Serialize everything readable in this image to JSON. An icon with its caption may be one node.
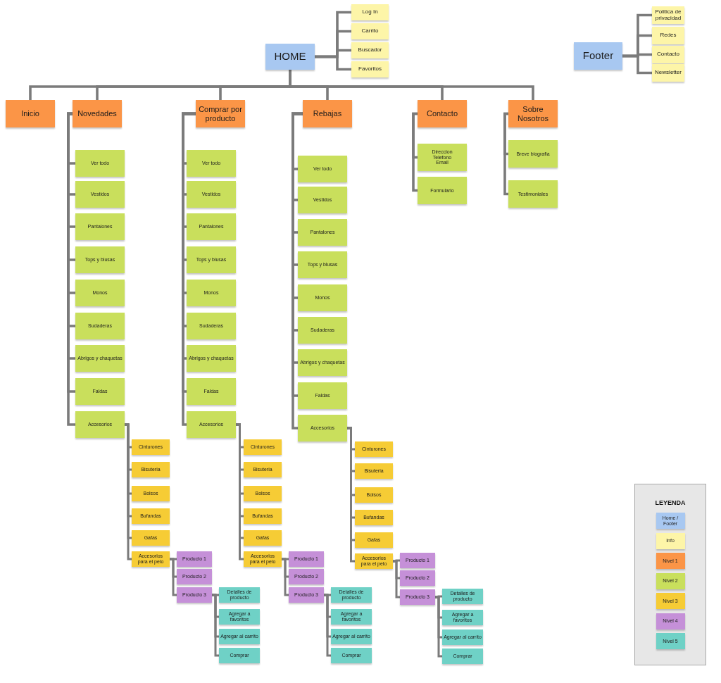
{
  "diagram": {
    "nodes": [
      {
        "text": [
          "HOME"
        ]
      },
      {
        "text": [
          "Log In"
        ]
      },
      {
        "text": [
          "Carrito"
        ]
      },
      {
        "text": [
          "Buscador"
        ]
      },
      {
        "text": [
          "Favoritos"
        ]
      },
      {
        "text": [
          "Footer"
        ]
      },
      {
        "text": [
          "Politica de privacidad"
        ]
      },
      {
        "text": [
          "Redes"
        ]
      },
      {
        "text": [
          "Contacto"
        ]
      },
      {
        "text": [
          "Newsletter"
        ]
      },
      {
        "text": [
          "Inicio"
        ]
      },
      {
        "text": [
          "Novedades"
        ]
      },
      {
        "text": [
          "Comprar por producto"
        ]
      },
      {
        "text": [
          "Rebajas"
        ]
      },
      {
        "text": [
          "Contacto"
        ]
      },
      {
        "text": [
          "Sobre Nosotros"
        ]
      },
      {
        "text": [
          "Ver todo"
        ]
      },
      {
        "text": [
          "Vestidos"
        ]
      },
      {
        "text": [
          "Pantalones"
        ]
      },
      {
        "text": [
          "Tops y blusas"
        ]
      },
      {
        "text": [
          "Monos"
        ]
      },
      {
        "text": [
          "Sudaderas"
        ]
      },
      {
        "text": [
          "Abrigos y chaquetas"
        ]
      },
      {
        "text": [
          "Faldas"
        ]
      },
      {
        "text": [
          "Accesorios"
        ]
      },
      {
        "text": [
          "Cinturones"
        ]
      },
      {
        "text": [
          "Bisuteria"
        ]
      },
      {
        "text": [
          "Bolsos"
        ]
      },
      {
        "text": [
          "Bufandas"
        ]
      },
      {
        "text": [
          "Gafas"
        ]
      },
      {
        "text": [
          "Accesorios para el pelo"
        ]
      },
      {
        "text": [
          "Producto 1"
        ]
      },
      {
        "text": [
          "Producto 2"
        ]
      },
      {
        "text": [
          "Producto 3"
        ]
      },
      {
        "text": [
          "Detalles de producto"
        ]
      },
      {
        "text": [
          "Agregar a favoritos"
        ]
      },
      {
        "text": [
          "Agregar al carrito"
        ]
      },
      {
        "text": [
          "Comprar"
        ]
      },
      {
        "text": [
          "Ver todo"
        ]
      },
      {
        "text": [
          "Vestidos"
        ]
      },
      {
        "text": [
          "Pantalones"
        ]
      },
      {
        "text": [
          "Tops y blusas"
        ]
      },
      {
        "text": [
          "Monos"
        ]
      },
      {
        "text": [
          "Sudaderas"
        ]
      },
      {
        "text": [
          "Abrigos y chaquetas"
        ]
      },
      {
        "text": [
          "Faldas"
        ]
      },
      {
        "text": [
          "Accesorios"
        ]
      },
      {
        "text": [
          "Cinturones"
        ]
      },
      {
        "text": [
          "Bisuteria"
        ]
      },
      {
        "text": [
          "Bolsos"
        ]
      },
      {
        "text": [
          "Bufandas"
        ]
      },
      {
        "text": [
          "Gafas"
        ]
      },
      {
        "text": [
          "Accesorios para el pelo"
        ]
      },
      {
        "text": [
          "Producto 1"
        ]
      },
      {
        "text": [
          "Producto 2"
        ]
      },
      {
        "text": [
          "Producto 3"
        ]
      },
      {
        "text": [
          "Detalles de producto"
        ]
      },
      {
        "text": [
          "Agregar a favoritos"
        ]
      },
      {
        "text": [
          "Agregar al carrito"
        ]
      },
      {
        "text": [
          "Comprar"
        ]
      },
      {
        "text": [
          "Ver todo"
        ]
      },
      {
        "text": [
          "Vestidos"
        ]
      },
      {
        "text": [
          "Pantalones"
        ]
      },
      {
        "text": [
          "Tops y blusas"
        ]
      },
      {
        "text": [
          "Monos"
        ]
      },
      {
        "text": [
          "Sudaderas"
        ]
      },
      {
        "text": [
          "Abrigos y chaquetas"
        ]
      },
      {
        "text": [
          "Faldas"
        ]
      },
      {
        "text": [
          "Accesorios"
        ]
      },
      {
        "text": [
          "Cinturones"
        ]
      },
      {
        "text": [
          "Bisuteria"
        ]
      },
      {
        "text": [
          "Bolsos"
        ]
      },
      {
        "text": [
          "Bufandas"
        ]
      },
      {
        "text": [
          "Gafas"
        ]
      },
      {
        "text": [
          "Accesorios para el pelo"
        ]
      },
      {
        "text": [
          "Producto 1"
        ]
      },
      {
        "text": [
          "Producto 2"
        ]
      },
      {
        "text": [
          "Producto 3"
        ]
      },
      {
        "text": [
          "Detalles de producto"
        ]
      },
      {
        "text": [
          "Agregar a favoritos"
        ]
      },
      {
        "text": [
          "Agregar al carrito"
        ]
      },
      {
        "text": [
          "Comprar"
        ]
      },
      {
        "text": [
          "Direccion",
          "Telefono",
          "Email"
        ]
      },
      {
        "text": [
          "Formulario"
        ]
      },
      {
        "text": [
          "Breve biografia"
        ]
      },
      {
        "text": [
          "Testimoniales"
        ]
      }
    ],
    "edges": [
      {
        "from": 0,
        "to": 1,
        "arrow": "none"
      },
      {
        "from": 0,
        "to": 2,
        "arrow": "none"
      },
      {
        "from": 0,
        "to": 3,
        "arrow": "none"
      },
      {
        "from": 0,
        "to": 4,
        "arrow": "none"
      },
      {
        "from": 5,
        "to": 6,
        "arrow": "none"
      },
      {
        "from": 5,
        "to": 7,
        "arrow": "none"
      },
      {
        "from": 5,
        "to": 8,
        "arrow": "none"
      },
      {
        "from": 5,
        "to": 9,
        "arrow": "none"
      },
      {
        "from": 0,
        "to": 10,
        "arrow": "none"
      },
      {
        "from": 0,
        "to": 11,
        "arrow": "none"
      },
      {
        "from": 0,
        "to": 12,
        "arrow": "none"
      },
      {
        "from": 0,
        "to": 13,
        "arrow": "none"
      },
      {
        "from": 0,
        "to": 14,
        "arrow": "none"
      },
      {
        "from": 0,
        "to": 15,
        "arrow": "none"
      },
      {
        "from": 11,
        "to": 16,
        "arrow": "none"
      },
      {
        "from": 11,
        "to": 17,
        "arrow": "none"
      },
      {
        "from": 11,
        "to": 18,
        "arrow": "none"
      },
      {
        "from": 11,
        "to": 19,
        "arrow": "none"
      },
      {
        "from": 11,
        "to": 20,
        "arrow": "none"
      },
      {
        "from": 11,
        "to": 21,
        "arrow": "none"
      },
      {
        "from": 11,
        "to": 22,
        "arrow": "none"
      },
      {
        "from": 11,
        "to": 23,
        "arrow": "none"
      },
      {
        "from": 11,
        "to": 24,
        "arrow": "none"
      },
      {
        "from": 24,
        "to": 25,
        "arrow": "none"
      },
      {
        "from": 24,
        "to": 26,
        "arrow": "none"
      },
      {
        "from": 24,
        "to": 27,
        "arrow": "none"
      },
      {
        "from": 24,
        "to": 28,
        "arrow": "none"
      },
      {
        "from": 24,
        "to": 29,
        "arrow": "none"
      },
      {
        "from": 24,
        "to": 30,
        "arrow": "none"
      },
      {
        "from": 30,
        "to": 31,
        "arrow": "none"
      },
      {
        "from": 30,
        "to": 32,
        "arrow": "none"
      },
      {
        "from": 30,
        "to": 33,
        "arrow": "none"
      },
      {
        "from": 33,
        "to": 34,
        "arrow": "none"
      },
      {
        "from": 33,
        "to": 35,
        "arrow": "none"
      },
      {
        "from": 33,
        "to": 36,
        "arrow": "none"
      },
      {
        "from": 33,
        "to": 37,
        "arrow": "none"
      },
      {
        "from": 12,
        "to": 38,
        "arrow": "none"
      },
      {
        "from": 12,
        "to": 39,
        "arrow": "none"
      },
      {
        "from": 12,
        "to": 40,
        "arrow": "none"
      },
      {
        "from": 12,
        "to": 41,
        "arrow": "none"
      },
      {
        "from": 12,
        "to": 42,
        "arrow": "none"
      },
      {
        "from": 12,
        "to": 43,
        "arrow": "none"
      },
      {
        "from": 12,
        "to": 44,
        "arrow": "none"
      },
      {
        "from": 12,
        "to": 45,
        "arrow": "none"
      },
      {
        "from": 12,
        "to": 46,
        "arrow": "none"
      },
      {
        "from": 46,
        "to": 47,
        "arrow": "none"
      },
      {
        "from": 46,
        "to": 48,
        "arrow": "none"
      },
      {
        "from": 46,
        "to": 49,
        "arrow": "none"
      },
      {
        "from": 46,
        "to": 50,
        "arrow": "none"
      },
      {
        "from": 46,
        "to": 51,
        "arrow": "none"
      },
      {
        "from": 46,
        "to": 52,
        "arrow": "none"
      },
      {
        "from": 52,
        "to": 53,
        "arrow": "none"
      },
      {
        "from": 52,
        "to": 54,
        "arrow": "none"
      },
      {
        "from": 52,
        "to": 55,
        "arrow": "none"
      },
      {
        "from": 55,
        "to": 56,
        "arrow": "none"
      },
      {
        "from": 55,
        "to": 57,
        "arrow": "none"
      },
      {
        "from": 55,
        "to": 58,
        "arrow": "none"
      },
      {
        "from": 55,
        "to": 59,
        "arrow": "none"
      },
      {
        "from": 13,
        "to": 60,
        "arrow": "none"
      },
      {
        "from": 13,
        "to": 61,
        "arrow": "none"
      },
      {
        "from": 13,
        "to": 62,
        "arrow": "none"
      },
      {
        "from": 13,
        "to": 63,
        "arrow": "none"
      },
      {
        "from": 13,
        "to": 64,
        "arrow": "none"
      },
      {
        "from": 13,
        "to": 65,
        "arrow": "none"
      },
      {
        "from": 13,
        "to": 66,
        "arrow": "none"
      },
      {
        "from": 13,
        "to": 67,
        "arrow": "none"
      },
      {
        "from": 13,
        "to": 68,
        "arrow": "none"
      },
      {
        "from": 68,
        "to": 69,
        "arrow": "none"
      },
      {
        "from": 68,
        "to": 70,
        "arrow": "none"
      },
      {
        "from": 68,
        "to": 71,
        "arrow": "none"
      },
      {
        "from": 68,
        "to": 72,
        "arrow": "none"
      },
      {
        "from": 68,
        "to": 73,
        "arrow": "none"
      },
      {
        "from": 68,
        "to": 74,
        "arrow": "none"
      },
      {
        "from": 74,
        "to": 75,
        "arrow": "none"
      },
      {
        "from": 74,
        "to": 76,
        "arrow": "none"
      },
      {
        "from": 74,
        "to": 77,
        "arrow": "none"
      },
      {
        "from": 77,
        "to": 78,
        "arrow": "none"
      },
      {
        "from": 77,
        "to": 79,
        "arrow": "none"
      },
      {
        "from": 77,
        "to": 80,
        "arrow": "none"
      },
      {
        "from": 77,
        "to": 81,
        "arrow": "none"
      },
      {
        "from": 14,
        "to": 82,
        "arrow": "none"
      },
      {
        "from": 14,
        "to": 83,
        "arrow": "none"
      },
      {
        "from": 15,
        "to": 84,
        "arrow": "none"
      },
      {
        "from": 15,
        "to": 85,
        "arrow": "none"
      }
    ],
    "labels": [
      "LEYENDA"
    ],
    "legend": [
      {
        "text": "Home / Footer",
        "color": "#a8c8f1"
      },
      {
        "text": "Info",
        "color": "#fdf5a8"
      },
      {
        "text": "Nivel 1",
        "color": "#fb9547"
      },
      {
        "text": "Nivel 2",
        "color": "#c9df5c"
      },
      {
        "text": "Nivel 3",
        "color": "#f6cc35"
      },
      {
        "text": "Nivel 4",
        "color": "#c590d8"
      },
      {
        "text": "Nivel 5",
        "color": "#6fd1c6"
      }
    ]
  }
}
